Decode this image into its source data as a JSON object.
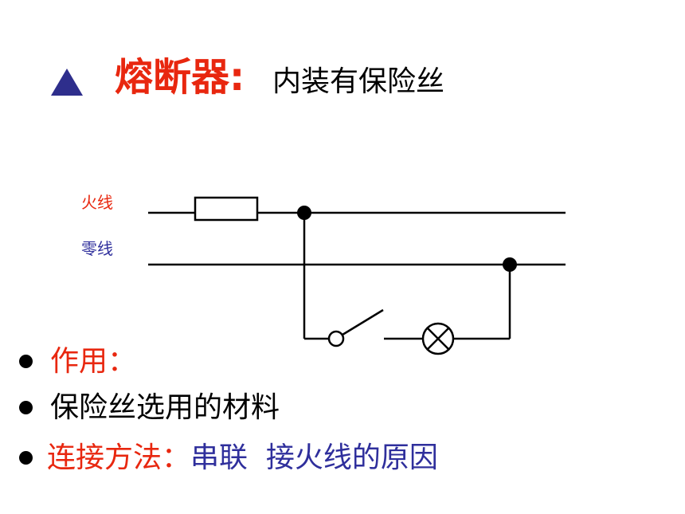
{
  "colors": {
    "accent_red": "#e8270f",
    "accent_blue": "#2f2f9c",
    "text": "#000000",
    "triangle": "#2e2e8c"
  },
  "title": {
    "marker_icon": "triangle-icon",
    "main": "熔断器",
    "colon": ":",
    "sub": "内装有保险丝"
  },
  "diagram": {
    "live_label": "火线",
    "neutral_label": "零线",
    "components": [
      "fuse",
      "switch",
      "lamp"
    ]
  },
  "bullets": [
    {
      "parts": [
        {
          "text": "作用：",
          "color": "#e8270f"
        }
      ]
    },
    {
      "parts": [
        {
          "text": " 保险丝选用的材料",
          "color": "#000000"
        }
      ]
    },
    {
      "parts": [
        {
          "text": "连接方法：",
          "color": "#e8270f"
        },
        {
          "text": "串联  接火线的原因",
          "color": "#2f2f9c"
        }
      ]
    }
  ]
}
